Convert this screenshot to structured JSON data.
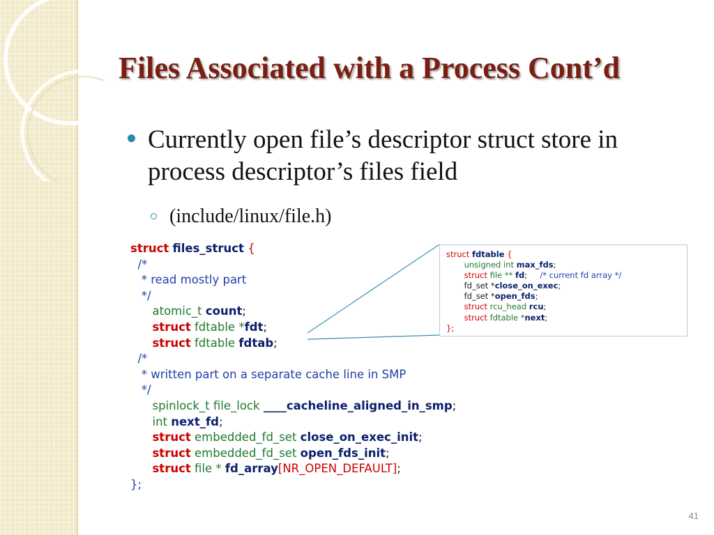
{
  "slide": {
    "title": "Files Associated with a Process Cont’d",
    "bullet_main": "Currently open file’s descriptor struct store in process descriptor’s files field",
    "bullet_sub": "(include/linux/file.h)",
    "page_number": "41"
  },
  "code": {
    "l1": {
      "kw": "struct",
      "name": "files_struct",
      "brace": "{"
    },
    "l2": "/*",
    "l3": " * read mostly part",
    "l4": " */",
    "l5": {
      "type": "atomic_t",
      "name": "count",
      "end": ";"
    },
    "l6": {
      "kw": "struct",
      "type": "fdtable *",
      "name": "fdt",
      "end": ";"
    },
    "l7": {
      "kw": "struct",
      "type": "fdtable",
      "name": "fdtab",
      "end": ";"
    },
    "l8": "/*",
    "l9": " * written part on a separate cache line in SMP",
    "l10": " */",
    "l11": {
      "type": "spinlock_t file_lock",
      "name": "____cacheline_aligned_in_smp",
      "end": ";"
    },
    "l12": {
      "type": "int",
      "name": "next_fd",
      "end": ";"
    },
    "l13": {
      "kw": "struct",
      "type": "embedded_fd_set",
      "name": "close_on_exec_init",
      "end": ";"
    },
    "l14": {
      "kw": "struct",
      "type": "embedded_fd_set",
      "name": "open_fds_init",
      "end": ";"
    },
    "l15": {
      "kw": "struct",
      "type": "file *",
      "name": "fd_array",
      "arr": "[NR_OPEN_DEFAULT]",
      "end": ";"
    },
    "l16": "};"
  },
  "callout": {
    "l1": {
      "kw": "struct",
      "name": "fdtable",
      "brace": "{"
    },
    "l2": {
      "type": "unsigned int",
      "name": "max_fds",
      "end": ";"
    },
    "l3": {
      "kw": "struct",
      "type": "file **",
      "name": "fd",
      "end": ";",
      "comment": "/* current fd array */"
    },
    "l4": {
      "type": "fd_set *",
      "name": "close_on_exec",
      "end": ";"
    },
    "l5": {
      "type": "fd_set *",
      "name": "open_fds",
      "end": ";"
    },
    "l6": {
      "kw": "struct",
      "type": "rcu_head",
      "name": "rcu",
      "end": ";"
    },
    "l7": {
      "kw": "struct",
      "type": "fdtable *",
      "name": "next",
      "end": ";"
    },
    "l8": "};"
  }
}
